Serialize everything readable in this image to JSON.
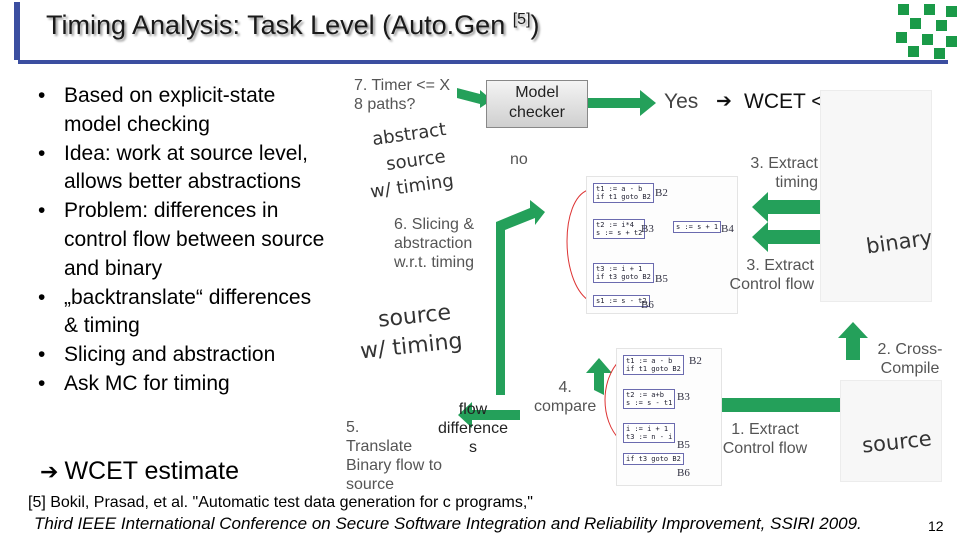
{
  "slide": {
    "title": "Timing Analysis: Task Level (Auto.Gen ",
    "title_ref": "[5]",
    "title_close": ")",
    "page_number": "12"
  },
  "bullets": [
    "Based on explicit-state model checking",
    "Idea: work at source level, allows better abstractions",
    "Problem: differences in control flow between source and binary",
    "„backtranslate“ differences & timing",
    "Slicing and abstraction",
    "Ask MC for timing"
  ],
  "wcet_estimate": "WCET estimate",
  "diagram": {
    "step7": "7. Timer <= X\n8 paths?",
    "abstract_source_timing": [
      "abstract",
      "source",
      "w/ timing"
    ],
    "model_checker": "Model\nchecker",
    "no_label": "no",
    "yes_label": "Yes",
    "wcet_result": "WCET <= X",
    "step6": "6. Slicing &\nabstraction\nw.r.t. timing",
    "source_timing": [
      "source",
      "w/ timing"
    ],
    "step3_timing": "3. Extract\ntiming",
    "step3_flow": "3. Extract\nControl flow",
    "binary": "binary",
    "step2": "2. Cross-\nCompile",
    "step4": "4.\ncompare",
    "flow_diff": "flow\ndifference\ns",
    "step5": "5.\nTranslate\nBinary flow to\nsource",
    "step1": "1. Extract\nControl flow",
    "source_label": "source",
    "cfg_top": {
      "blocks": [
        "B2",
        "B3",
        "B4",
        "B5",
        "B6"
      ],
      "code": [
        "t1 := a - b\nif t1 goto B2",
        "t2 := i*4\ns := s + t2",
        "t3 := i + 1\nif t3 goto B2",
        "s1 := s - t2"
      ]
    },
    "cfg_bottom": {
      "blocks": [
        "B2",
        "B3",
        "B5",
        "B6"
      ],
      "code": [
        "t1 := a - b\nif t1 goto B2",
        "t2 := a+b\ns := s - t1",
        "i := i + 1\nt3 := n - i",
        "if t3 goto B2"
      ]
    },
    "b4_code": "s := s + 1"
  },
  "footer": {
    "ref": "[5] Bokil, Prasad, et al. \"Automatic test data generation for c programs,\"",
    "venue": "Third IEEE International Conference on Secure Software Integration and Reliability Improvement, SSIRI 2009."
  },
  "colors": {
    "accent": "#3b4ea0",
    "arrow_green": "#24a05a",
    "deco_green": "#1a9a48"
  }
}
